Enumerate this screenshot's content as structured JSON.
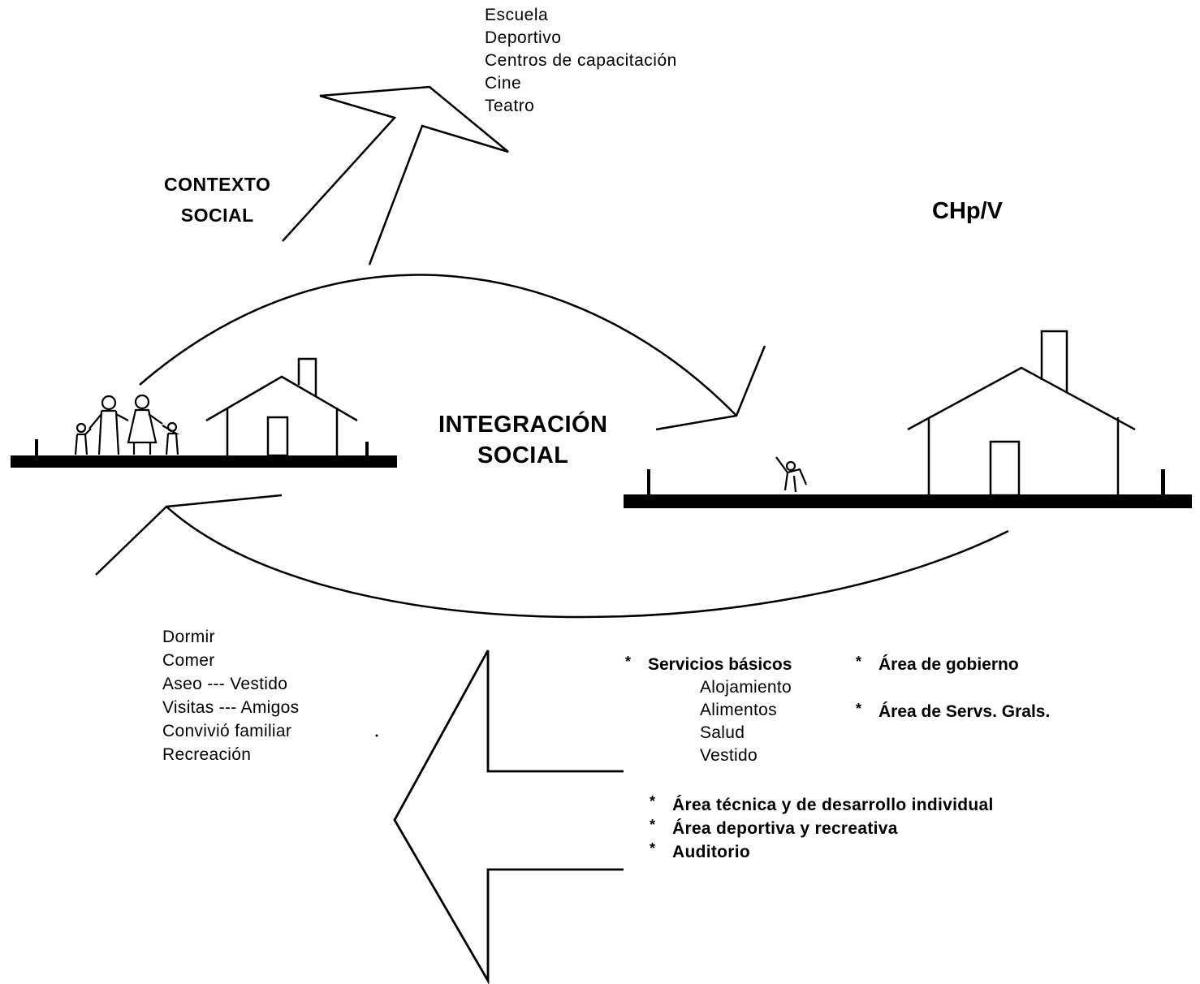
{
  "top_list": {
    "items": [
      "Escuela",
      "Deportivo",
      "Centros de capacitación",
      "Cine",
      "Teatro"
    ]
  },
  "contexto_social": {
    "line1": "CONTEXTO",
    "line2": "SOCIAL"
  },
  "chpv": {
    "label": "CHp/V"
  },
  "integracion_social": {
    "line1": "INTEGRACIÓN",
    "line2": "SOCIAL"
  },
  "daily_activities": {
    "items": [
      "Dormir",
      "Comer",
      "Aseo --- Vestido",
      "Visitas --- Amigos",
      "Convivió familiar",
      "Recreación"
    ]
  },
  "servicios": {
    "bullet": "*",
    "title": "Servicios básicos",
    "items": [
      "Alojamiento",
      "Alimentos",
      "Salud",
      "Vestido"
    ]
  },
  "areas_right": {
    "bullet": "*",
    "items": [
      "Área de gobierno",
      "Área de Servs. Grals."
    ]
  },
  "areas_bottom": {
    "bullet": "*",
    "items": [
      "Área técnica y de desarrollo individual",
      "Área deportiva y recreativa",
      "Auditorio"
    ]
  }
}
